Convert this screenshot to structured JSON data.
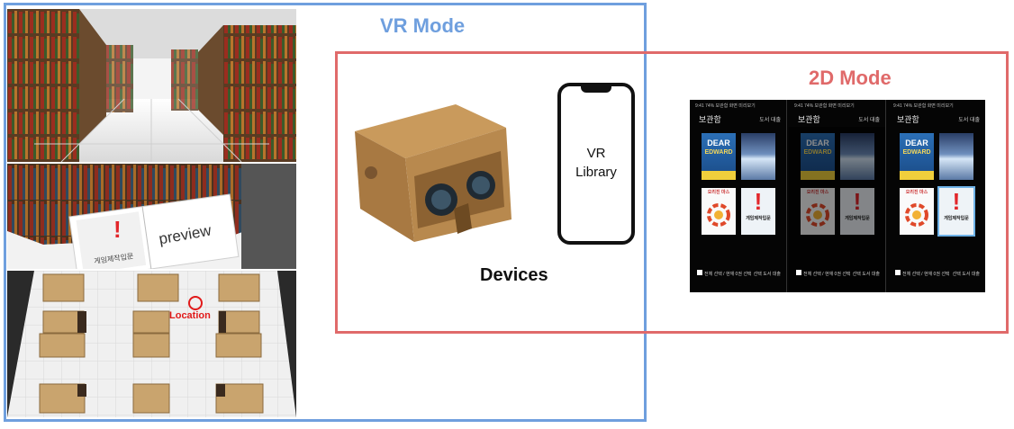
{
  "vr_mode": {
    "title": "VR Mode"
  },
  "mode_2d": {
    "title": "2D Mode"
  },
  "scene_mid": {
    "preview_text": "preview",
    "book_title": "게임제작입문"
  },
  "scene_bot": {
    "location_label": "Location"
  },
  "devices": {
    "label": "Devices",
    "phone_text": "VR\nLibrary"
  },
  "screens": {
    "status_text": "9:41 74% 보관함 화면 미리보기",
    "title": "보관함",
    "action": "도서 대출",
    "books": [
      {
        "line1": "DEAR",
        "line2": "EDWARD"
      },
      {
        "line1": "",
        "line2": ""
      },
      {
        "line1": "오리진 마스",
        "line2": ""
      },
      {
        "line1": "!",
        "line2": "게임제작입문"
      }
    ],
    "footer_left": "전체 선택 / 현재 0권 선택",
    "footer_right": "선택 도서 대출"
  },
  "colors": {
    "vr_accent": "#6f9fde",
    "mode2d_accent": "#e06a6a"
  }
}
